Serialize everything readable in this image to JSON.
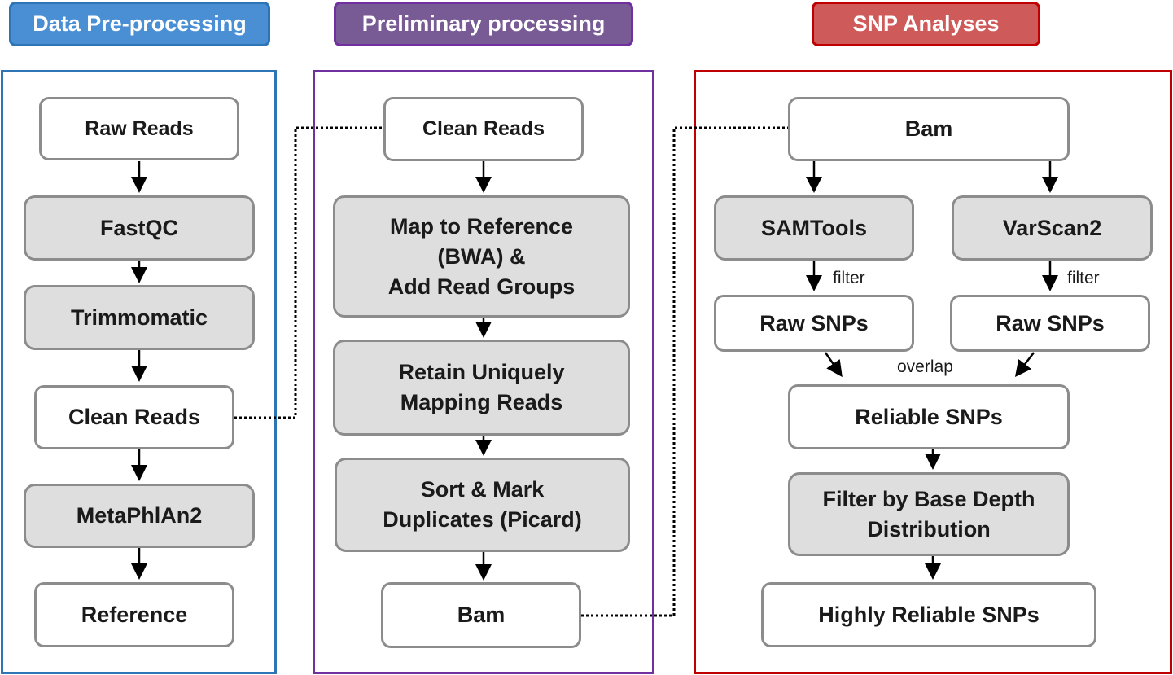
{
  "colors": {
    "preprocessing": "#4a8fd4",
    "preliminary": "#785a95",
    "snp": "#cf5a5a",
    "preprocessing_border": "#2e75b6",
    "preliminary_border": "#7030a0",
    "snp_border": "#c00000",
    "process_fill": "#dedede",
    "node_border": "#8c8c8c"
  },
  "headers": {
    "preprocessing": "Data Pre-processing",
    "preliminary": "Preliminary processing",
    "snp": "SNP Analyses"
  },
  "preprocessing": {
    "raw_reads": "Raw Reads",
    "fastqc": "FastQC",
    "trimmomatic": "Trimmomatic",
    "clean_reads": "Clean Reads",
    "metaphlan": "MetaPhlAn2",
    "reference": "Reference"
  },
  "preliminary": {
    "clean_reads": "Clean Reads",
    "map": "Map to Reference\n(BWA) &\nAdd Read Groups",
    "retain": "Retain Uniquely\nMapping Reads",
    "sort": "Sort & Mark\nDuplicates (Picard)",
    "bam": "Bam"
  },
  "snp": {
    "bam": "Bam",
    "samtools": "SAMTools",
    "varscan": "VarScan2",
    "filter_left": "filter",
    "filter_right": "filter",
    "raw_snps_left": "Raw SNPs",
    "raw_snps_right": "Raw SNPs",
    "overlap": "overlap",
    "reliable": "Reliable SNPs",
    "depth_filter": "Filter by Base Depth\nDistribution",
    "highly_reliable": "Highly Reliable SNPs"
  }
}
